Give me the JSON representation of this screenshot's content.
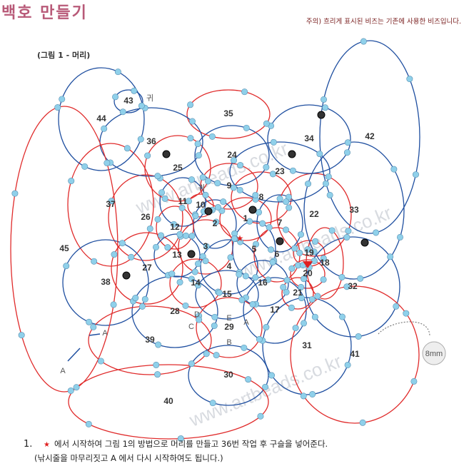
{
  "title": "백호 만들기",
  "note": "주의) 흐리게 표시된 비즈는 기존에 사용한 비즈입니다.",
  "figure_label": "(그림 1 - 머리)",
  "ear_label": "귀",
  "loops": [
    "1",
    "2",
    "3",
    "4",
    "5",
    "6",
    "7",
    "8",
    "9",
    "10",
    "11",
    "12",
    "13",
    "14",
    "15",
    "16",
    "17",
    "18",
    "19",
    "20",
    "21",
    "22",
    "23",
    "24",
    "25",
    "26",
    "27",
    "28",
    "29",
    "30",
    "31",
    "32",
    "33",
    "34",
    "35",
    "36",
    "37",
    "38",
    "39",
    "40",
    "41",
    "42",
    "43",
    "44",
    "45"
  ],
  "points": {
    "A": "A",
    "B": "B",
    "C": "C",
    "D": "D",
    "E": "E"
  },
  "bead_size": "8mm",
  "watermark": "www.artbeads.co.kr",
  "instructions": {
    "number": "1.",
    "line1": "에서 시작하여 그림 1의 방법으로 머리를 만들고 36번 작업 후 구슬을 넣어준다.",
    "line2": "(낚시줄을 마무리짓고  A  에서 다시 시작하여도 됩니다.)"
  },
  "colors": {
    "red": "#e02b2b",
    "blue": "#1f4fa0",
    "bead": "#8fd0ea",
    "title": "#b85a78"
  }
}
